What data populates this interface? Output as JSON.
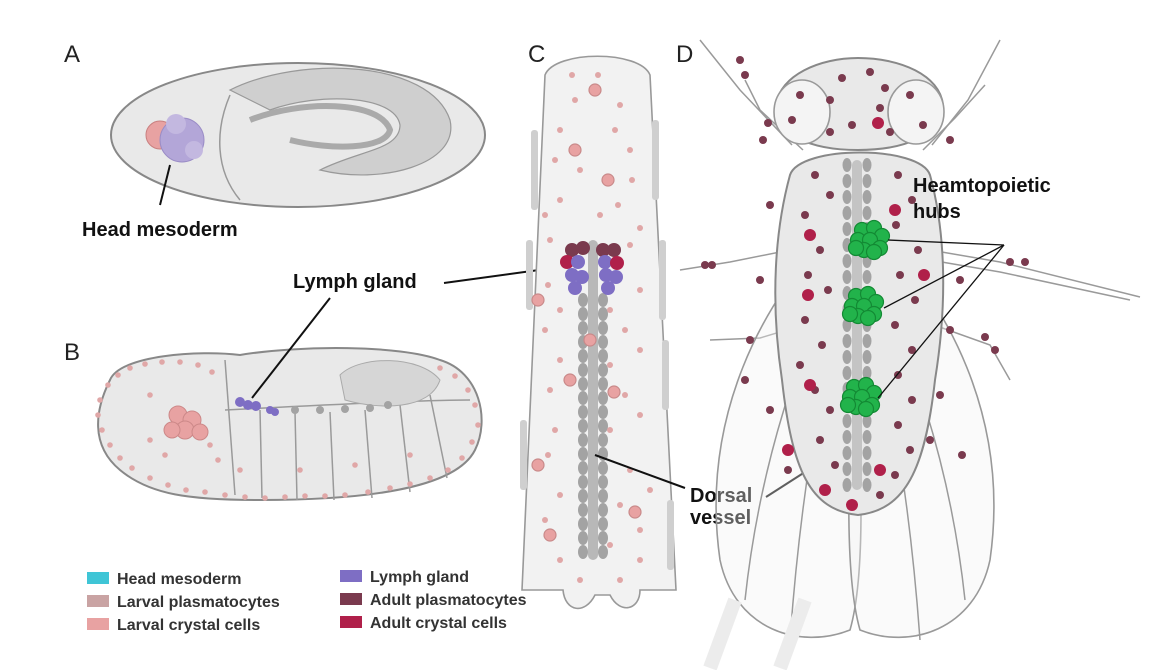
{
  "panels": {
    "a": "A",
    "b": "B",
    "c": "C",
    "d": "D"
  },
  "labels": {
    "head_mesoderm": "Head mesoderm",
    "lymph_gland": "Lymph gland",
    "dorsal_vessel_line1": "Dorsal",
    "dorsal_vessel_line2": "vessel",
    "hubs_line1": "Heamtopoietic",
    "hubs_line2": "hubs"
  },
  "legend": [
    {
      "label": "Head mesoderm",
      "color": "#3fc5d6"
    },
    {
      "label": "Larval plasmatocytes",
      "color": "#c9a3a3"
    },
    {
      "label": "Larval crystal cells",
      "color": "#e8a2a2"
    },
    {
      "label": "Lymph gland",
      "color": "#7e6ec4"
    },
    {
      "label": "Adult plasmatocytes",
      "color": "#7a3a4e"
    },
    {
      "label": "Adult crystal cells",
      "color": "#b0204a"
    }
  ],
  "colors": {
    "hub_green": "#22b34b",
    "vessel_gray": "#a3a3a3",
    "larval_plasmatocyte": "#e0a7a7",
    "larval_crystal": "#e8a2a2",
    "adult_plasmatocyte": "#7a3a4e",
    "adult_crystal": "#b0204a",
    "lymph_gland": "#7e6ec4"
  }
}
